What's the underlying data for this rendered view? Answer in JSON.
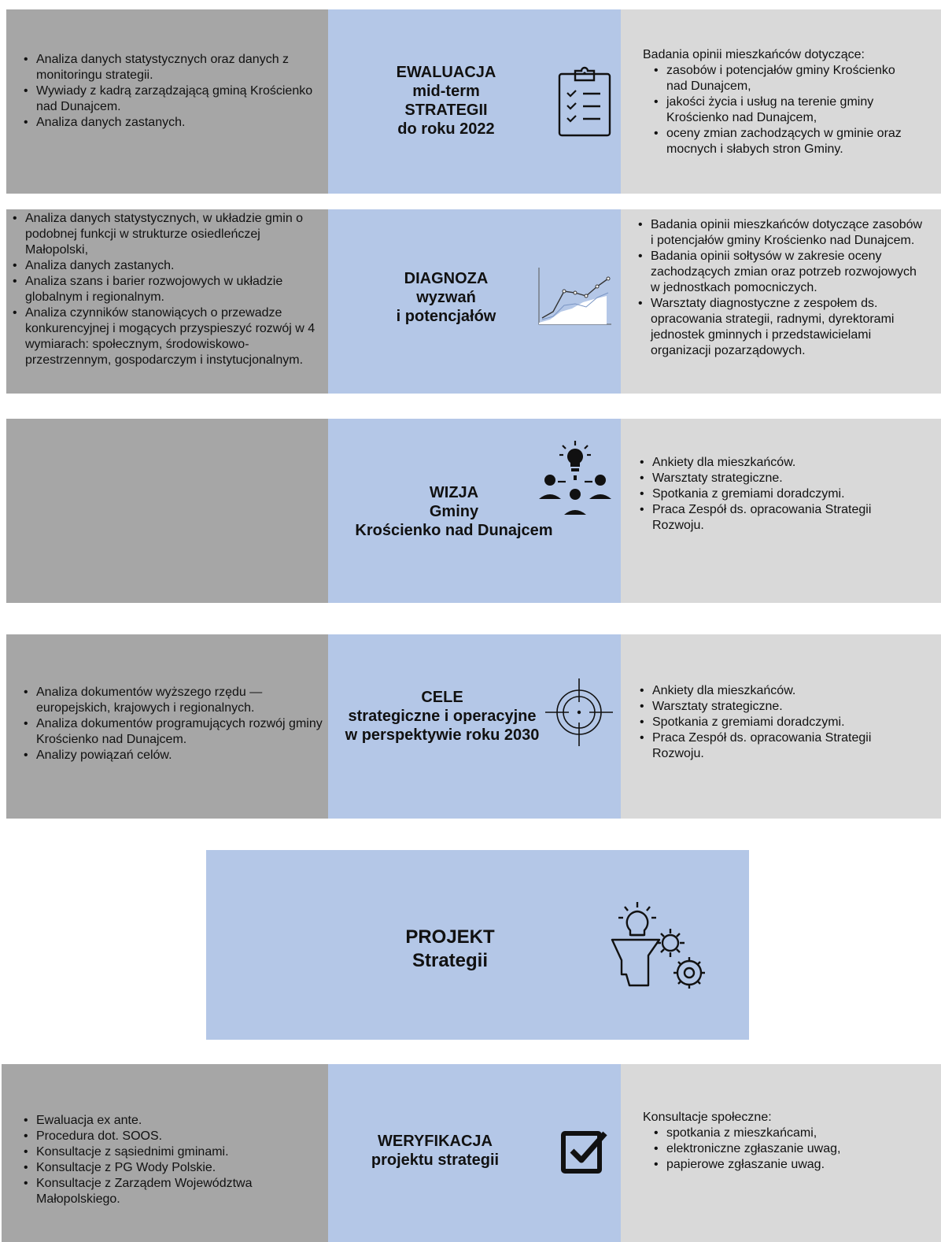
{
  "evaluation": {
    "left_items": [
      "Analiza danych statystycznych oraz danych z monitoringu strategii.",
      "Wywiady z kadrą zarządzającą gminą Krościenko nad Dunajcem.",
      "Analiza danych zastanych."
    ],
    "title_lines": [
      "EWALUACJA",
      "mid-term",
      "STRATEGII",
      "do roku 2022"
    ],
    "right_intro": "Badania opinii mieszkańców dotyczące:",
    "right_items": [
      "zasobów i potencjałów gminy Krościenko nad Dunajcem,",
      "jakości życia i usług na terenie gminy Krościenko nad Dunajcem,",
      "oceny zmian zachodzących w gminie oraz mocnych i słabych stron Gminy."
    ],
    "icon": "clipboard-checklist-icon"
  },
  "diagnosis": {
    "left_items": [
      "Analiza danych statystycznych, w układzie gmin o podobnej funkcji w strukturze osiedleńczej Małopolski,",
      "Analiza danych zastanych.",
      "Analiza szans i barier rozwojowych w układzie globalnym i regionalnym.",
      "Analiza czynników stanowiących o przewadze konkurencyjnej i mogących przyspieszyć  rozwój w 4 wymiarach: społecznym, środowiskowo-przestrzennym, gospodarczym i instytucjonalnym."
    ],
    "title_lines": [
      "DIAGNOZA",
      "wyzwań",
      "i potencjałów"
    ],
    "right_items": [
      "Badania opinii mieszkańców dotyczące zasobów i potencjałów gminy Krościenko nad Dunajcem.",
      "Badania opinii sołtysów w zakresie oceny zachodzących zmian oraz potrzeb rozwojowych w jednostkach pomocniczych.",
      "Warsztaty diagnostyczne z zespołem ds. opracowania strategii, radnymi, dyrektorami jednostek gminnych i przedstawicielami organizacji pozarządowych."
    ],
    "icon": "line-chart-icon"
  },
  "vision": {
    "title_lines": [
      "WIZJA",
      "Gminy",
      "Krościenko nad Dunajcem"
    ],
    "right_items": [
      "Ankiety dla mieszkańców.",
      "Warsztaty strategiczne.",
      "Spotkania z gremiami doradczymi.",
      "Praca Zespół ds. opracowania Strategii Rozwoju."
    ],
    "icon": "idea-people-icon"
  },
  "goals": {
    "left_items": [
      "Analiza dokumentów wyższego rzędu — europejskich, krajowych i regionalnych.",
      "Analiza dokumentów programujących rozwój gminy Krościenko nad Dunajcem.",
      "Analizy powiązań celów."
    ],
    "title_lines": [
      "CELE",
      "strategiczne i operacyjne",
      "w perspektywie roku 2030"
    ],
    "right_items": [
      "Ankiety dla mieszkańców.",
      "Warsztaty strategiczne.",
      "Spotkania z gremiami doradczymi.",
      "Praca Zespół ds. opracowania Strategii Rozwoju."
    ],
    "icon": "target-crosshair-icon"
  },
  "project": {
    "title_lines": [
      "PROJEKT",
      "Strategii"
    ],
    "icon": "lightbulb-gears-icon"
  },
  "verification": {
    "left_items": [
      "Ewaluacja ex ante.",
      "Procedura dot. SOOS.",
      "Konsultacje z sąsiednimi gminami.",
      "Konsultacje z PG Wody Polskie.",
      "Konsultacje z Zarządem Województwa Małopolskiego."
    ],
    "title_lines": [
      "WERYFIKACJA",
      "projektu strategii"
    ],
    "right_intro": "Konsultacje społeczne:",
    "right_items": [
      "spotkania z mieszkańcami,",
      "elektroniczne zgłaszanie uwag,",
      "papierowe zgłaszanie uwag."
    ],
    "icon": "checkbox-checked-icon"
  },
  "colors": {
    "gray_dark": "#a6a6a6",
    "blue": "#b4c7e7",
    "gray_light": "#d9d9d9"
  }
}
